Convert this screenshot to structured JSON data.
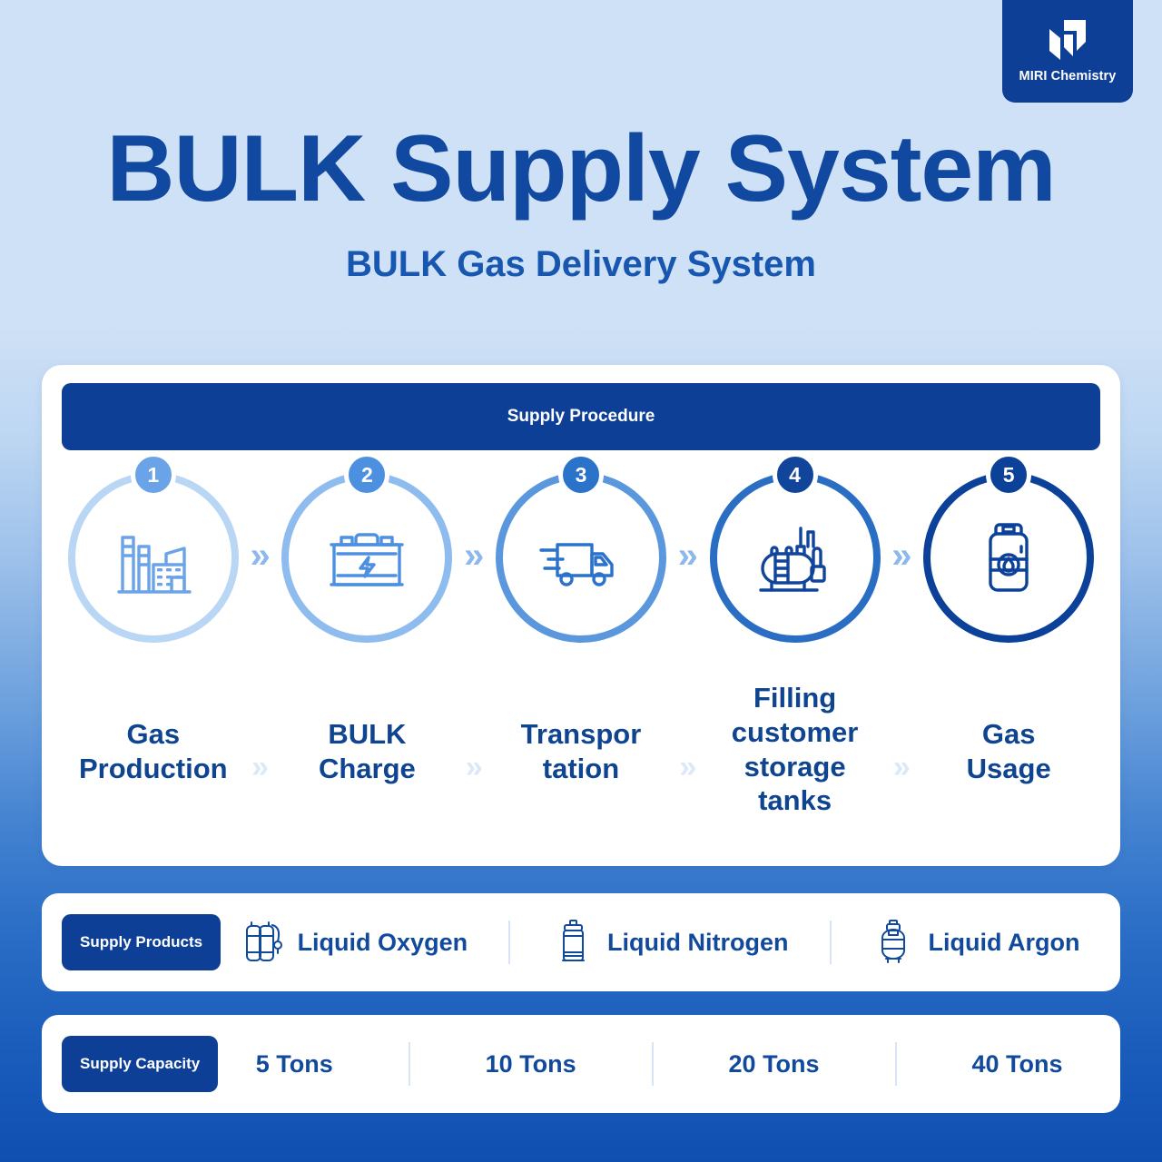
{
  "brand": {
    "logo_icon": "miri-logo-mark",
    "name": "MIRI Chemistry",
    "color": "#0d3f96"
  },
  "header": {
    "title": "BULK Supply System",
    "subtitle": "BULK Gas Delivery System",
    "title_color": "#1148a0",
    "subtitle_color": "#1857b0"
  },
  "procedure": {
    "header_label": "Supply Procedure",
    "header_bg": "#0d3f96",
    "step_separator": "»",
    "label_separator": "»",
    "steps": [
      {
        "number": "1",
        "label": "Gas\nProduction",
        "label_line1": "Gas",
        "label_line2": "Production",
        "icon": "factory-icon",
        "ring_color": "#b9d6f4",
        "badge_color": "#6ba3e8"
      },
      {
        "number": "2",
        "label": "BULK\nCharge",
        "label_line1": "BULK",
        "label_line2": "Charge",
        "icon": "battery-icon",
        "ring_color": "#8fbcee",
        "badge_color": "#4d90e0"
      },
      {
        "number": "3",
        "label": "Transpor\ntation",
        "label_line1": "Transpor",
        "label_line2": "tation",
        "icon": "delivery-truck-icon",
        "ring_color": "#5a97dd",
        "badge_color": "#2a72ca"
      },
      {
        "number": "4",
        "label": "Filling customer storage tanks",
        "label_line1": "Filling",
        "label_line2": "customer",
        "label_line3": "storage",
        "label_line4": "tanks",
        "icon": "storage-tank-icon",
        "ring_color": "#2a6ec4",
        "badge_color": "#11459c"
      },
      {
        "number": "5",
        "label": "Gas\nUsage",
        "label_line1": "Gas",
        "label_line2": "Usage",
        "icon": "gas-cylinder-icon",
        "ring_color": "#0b4199",
        "badge_color": "#0b4199"
      }
    ]
  },
  "products": {
    "tag": "Supply Products",
    "items": [
      {
        "label": "Liquid Oxygen",
        "icon": "twin-cylinder-icon"
      },
      {
        "label": "Liquid Nitrogen",
        "icon": "cylinder-icon"
      },
      {
        "label": "Liquid Argon",
        "icon": "tank-cylinder-icon"
      }
    ]
  },
  "capacity": {
    "tag": "Supply Capacity",
    "items": [
      {
        "label": "5 Tons"
      },
      {
        "label": "10 Tons"
      },
      {
        "label": "20 Tons"
      },
      {
        "label": "40 Tons"
      }
    ]
  }
}
